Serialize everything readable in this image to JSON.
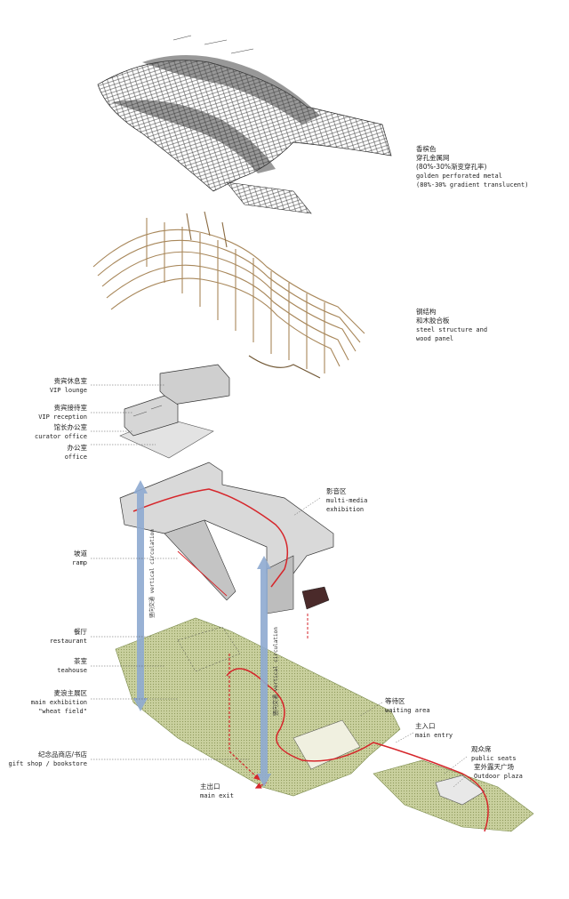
{
  "layers": {
    "metal_skin": {
      "zh1": "香槟色",
      "zh2": "穿孔金属网",
      "zh3": "(80%-30%渐变穿孔率)",
      "en1": "golden perforated metal",
      "en2": "(80%-30% gradient translucent)"
    },
    "structure": {
      "zh": "钢结构",
      "zh2": "和木胶合板",
      "en1": "steel structure and",
      "en2": "wood panel"
    }
  },
  "labels": {
    "vip_lounge": {
      "zh": "贵宾休息室",
      "en": "VIP lounge"
    },
    "vip_reception": {
      "zh": "贵宾接待室",
      "en": "VIP reception"
    },
    "curator_office": {
      "zh": "馆长办公室",
      "en": "curator office"
    },
    "office": {
      "zh": "办公室",
      "en": "office"
    },
    "multimedia": {
      "zh": "影音区",
      "en1": "multi-media",
      "en2": "exhibition"
    },
    "ramp": {
      "zh": "坡道",
      "en": "ramp"
    },
    "restaurant": {
      "zh": "餐厅",
      "en": "restaurant"
    },
    "teahouse": {
      "zh": "茶室",
      "en": "teahouse"
    },
    "main_exhibition": {
      "zh": "麦浪主展区",
      "en1": "main exhibition",
      "en2": "\"wheat field\""
    },
    "gift_shop": {
      "zh": "纪念品商店/书店",
      "en": "gift shop / bookstore"
    },
    "waiting_area": {
      "zh": "等待区",
      "en": "waiting area"
    },
    "main_entry": {
      "zh": "主入口",
      "en": "main entry"
    },
    "public_seats": {
      "zh": "观众席",
      "en": "public seats"
    },
    "outdoor_plaza": {
      "zh": "室外露天广场",
      "en": "Outdoor plaza"
    },
    "main_exit": {
      "zh": "主出口",
      "en": "main exit"
    }
  },
  "vertical": {
    "left_zh": "竖向交通",
    "left_en": "vertical circulation",
    "right_zh": "竖向交通",
    "right_en": "vertical circulation"
  },
  "colors": {
    "metal": "#2a2a2a",
    "wood": "#a8875a",
    "ground": "#cdd3a6",
    "path": "#d6262b",
    "arrow": "#8eaad0",
    "volume": "#d9d9d9"
  }
}
